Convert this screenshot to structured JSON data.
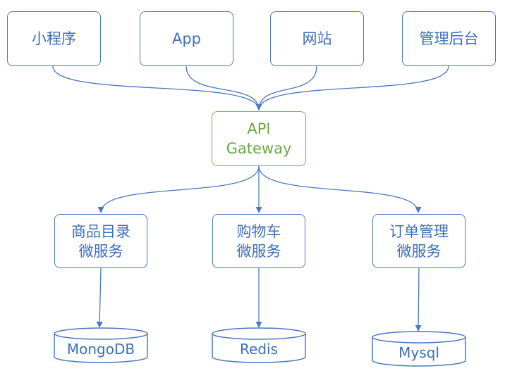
{
  "clients": [
    {
      "label": "小程序"
    },
    {
      "label": "App"
    },
    {
      "label": "网站"
    },
    {
      "label": "管理后台"
    }
  ],
  "gateway": {
    "line1": "API",
    "line2": "Gateway"
  },
  "services": [
    {
      "line1": "商品目录",
      "line2": "微服务"
    },
    {
      "line1": "购物车",
      "line2": "微服务"
    },
    {
      "line1": "订单管理",
      "line2": "微服务"
    }
  ],
  "databases": [
    {
      "label": "MongoDB"
    },
    {
      "label": "Redis"
    },
    {
      "label": "Mysql"
    }
  ],
  "colors": {
    "primary": "#4a78c2",
    "gateway": "#7ab34f"
  }
}
